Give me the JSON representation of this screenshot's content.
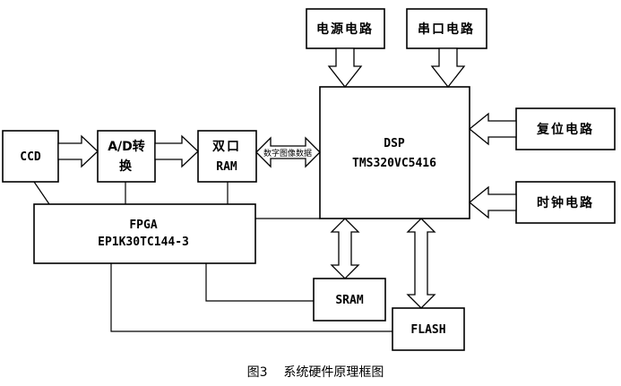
{
  "blocks": {
    "power": "电源电路",
    "serial": "串口电路",
    "dsp_line1": "DSP",
    "dsp_line2": "TMS320VC5416",
    "reset": "复位电路",
    "clock": "时钟电路",
    "ccd": "CCD",
    "ad_line1": "A/D转",
    "ad_line2": "换",
    "ram_line1": "双口",
    "ram_line2": "RAM",
    "fpga_line1": "FPGA",
    "fpga_line2": "EP1K30TC144-3",
    "sram": "SRAM",
    "flash": "FLASH"
  },
  "labels": {
    "digital_image_data": "数字图像数据"
  },
  "caption": "图3    系统硬件原理框图"
}
